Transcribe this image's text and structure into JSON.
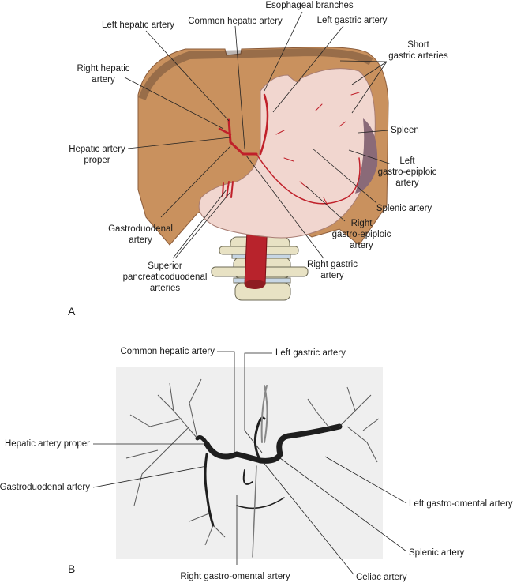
{
  "panel_a": {
    "letter": "A",
    "labels": {
      "esophageal_branches": "Esophageal branches",
      "left_hepatic": "Left hepatic artery",
      "common_hepatic": "Common hepatic artery",
      "left_gastric": "Left gastric artery",
      "short_gastric": [
        "Short",
        "gastric arteries"
      ],
      "right_hepatic": [
        "Right hepatic",
        "artery"
      ],
      "spleen": "Spleen",
      "hepatic_proper": [
        "Hepatic artery",
        "proper"
      ],
      "left_gastro_epiploic": [
        "Left",
        "gastro-epiploic",
        "artery"
      ],
      "splenic": "Splenic artery",
      "right_gastro_epiploic": [
        "Right",
        "gastro-epiploic",
        "artery"
      ],
      "gastroduodenal": [
        "Gastroduodenal",
        "artery"
      ],
      "right_gastric": [
        "Right gastric",
        "artery"
      ],
      "superior_pancreaticoduodenal": [
        "Superior",
        "pancreaticoduodenal",
        "arteries"
      ]
    }
  },
  "panel_b": {
    "letter": "B",
    "labels": {
      "common_hepatic": "Common hepatic artery",
      "left_gastric": "Left gastric artery",
      "hepatic_proper": "Hepatic artery proper",
      "gastroduodenal": "Gastroduodenal artery",
      "left_gastro_omental": "Left gastro-omental artery",
      "splenic": "Splenic artery",
      "celiac": "Celiac artery",
      "right_gastro_omental": "Right gastro-omental artery"
    }
  },
  "colors": {
    "artery": "#c0202a",
    "diaphragm": "#c9915e",
    "stomach": "#f1d6cf",
    "bone": "#e8e2c4",
    "angio_bg": "#efefef",
    "vessel": "#1e1e1e"
  }
}
